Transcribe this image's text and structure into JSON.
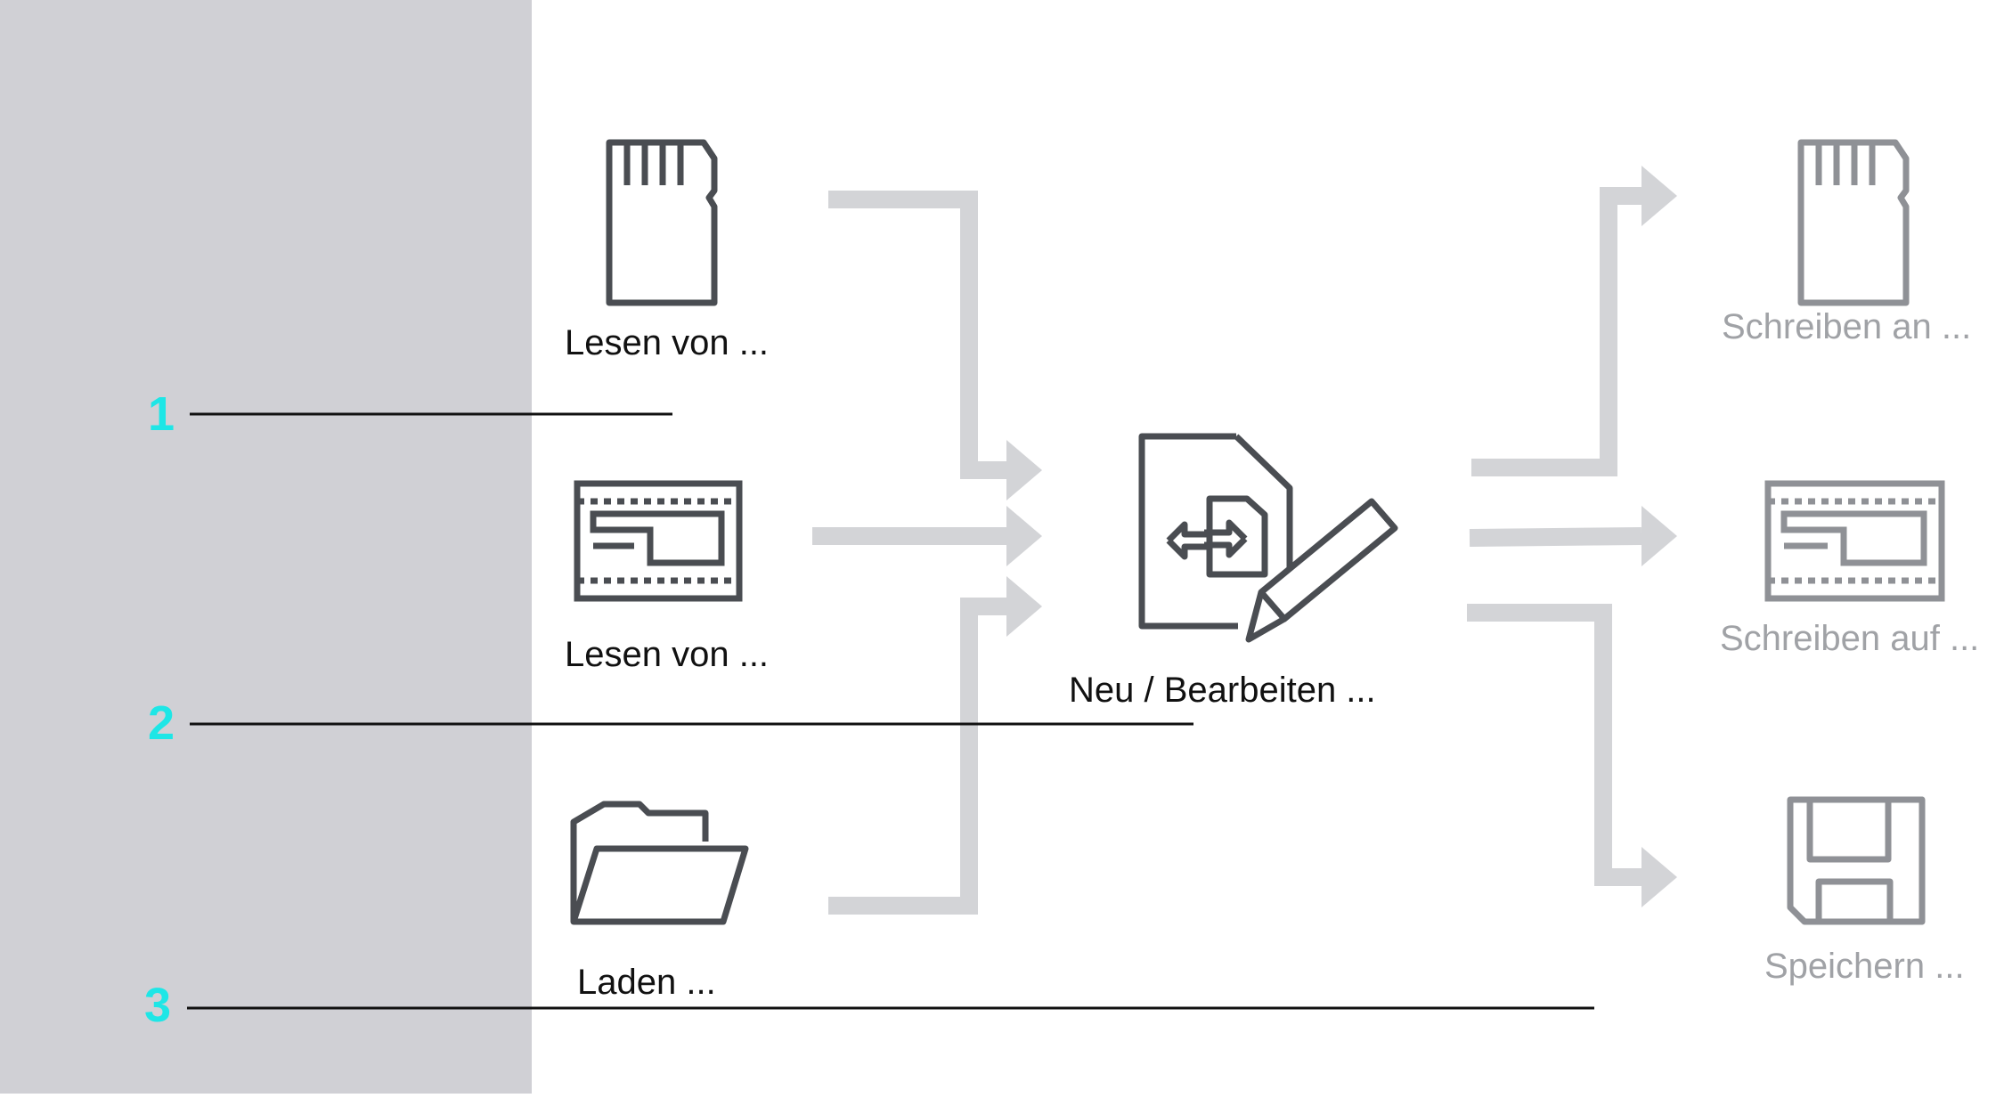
{
  "sources": [
    {
      "id": "sd",
      "label": "Lesen von ...",
      "icon": "sd-card-icon"
    },
    {
      "id": "module",
      "label": "Lesen von ...",
      "icon": "memory-module-icon"
    },
    {
      "id": "file",
      "label": "Laden ...",
      "icon": "folder-open-icon"
    }
  ],
  "center": {
    "label": "Neu / Bearbeiten ...",
    "icon": "edit-document-icon"
  },
  "targets": [
    {
      "id": "sd",
      "label": "Schreiben an ...",
      "icon": "sd-card-icon"
    },
    {
      "id": "module",
      "label": "Schreiben auf ...",
      "icon": "memory-module-icon"
    },
    {
      "id": "save",
      "label": "Speichern ...",
      "icon": "floppy-disk-icon"
    }
  ],
  "callouts": [
    "1",
    "2",
    "3"
  ],
  "colors": {
    "sidebar": "#d0d0d5",
    "arrow": "#d3d4d7",
    "icon_dark": "#4a4d52",
    "icon_light": "#8f9196",
    "callout": "#1ee6e6",
    "text_dark": "#111111",
    "text_light": "#a0a2a6"
  }
}
